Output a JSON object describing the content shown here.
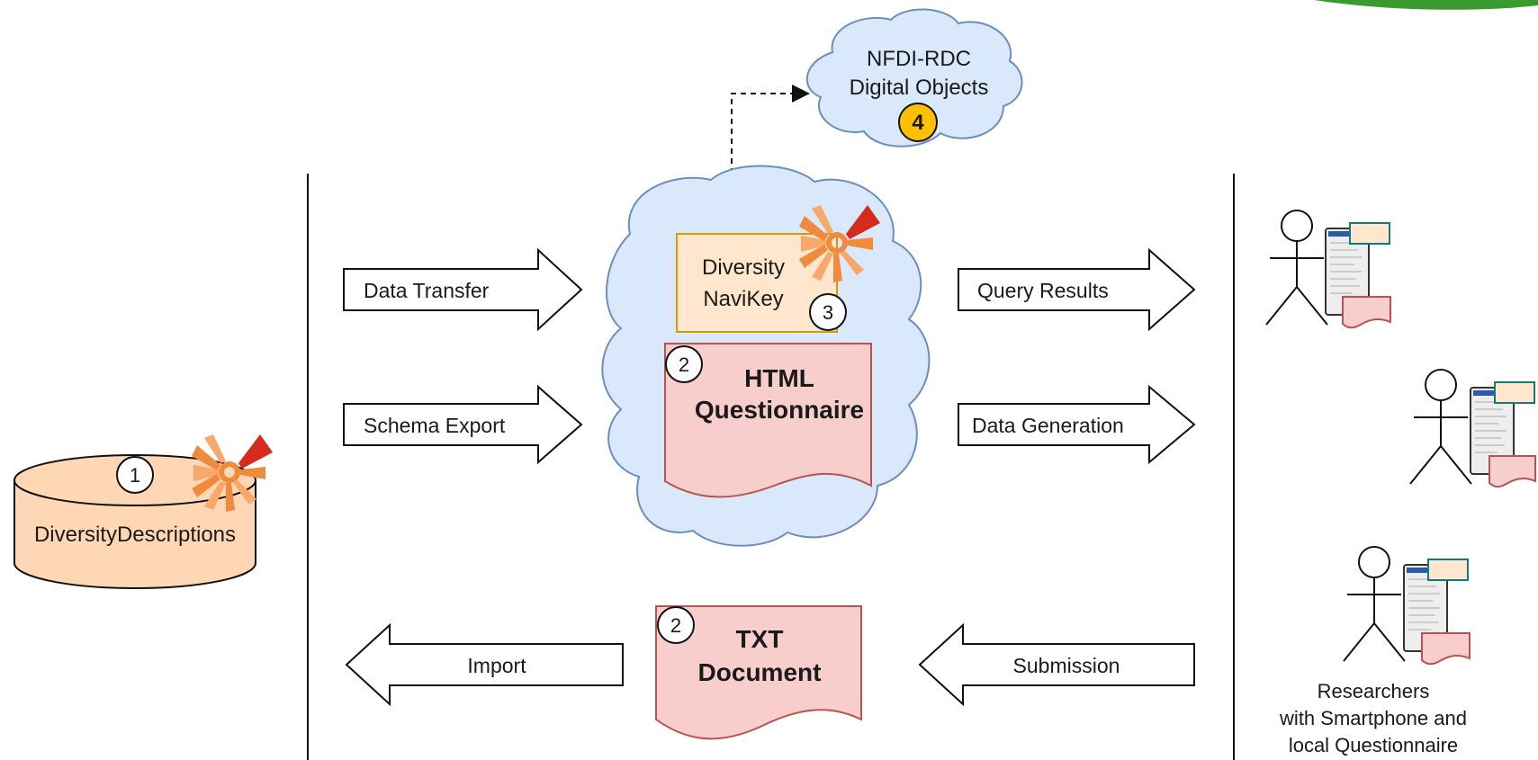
{
  "cloud_top": {
    "line1": "NFDI-RDC",
    "line2": "Digital Objects",
    "badge": "4"
  },
  "database": {
    "label": "DiversityDescriptions",
    "badge": "1"
  },
  "navikey": {
    "line1": "Diversity",
    "line2": "NaviKey",
    "badge": "3"
  },
  "html_questionnaire": {
    "line1": "HTML",
    "line2": "Questionnaire",
    "badge": "2"
  },
  "txt_document": {
    "line1": "TXT",
    "line2": "Document",
    "badge": "2"
  },
  "arrows": {
    "data_transfer": "Data Transfer",
    "schema_export": "Schema Export",
    "query_results": "Query Results",
    "data_generation": "Data Generation",
    "import": "Import",
    "submission": "Submission"
  },
  "researchers": {
    "line1": "Researchers",
    "line2": "with Smartphone and",
    "line3": "local Questionnaire"
  },
  "colors": {
    "cloud_fill": "#dae8fc",
    "cloud_stroke": "#6c8ebf",
    "db_fill": "#ffd7b5",
    "navikey_fill": "#ffe6cc",
    "navikey_stroke": "#d79b00",
    "doc_fill": "#f8cecc",
    "doc_stroke": "#b85450",
    "badge_yellow": "#ffc000",
    "logo_orange": "#f08a3c",
    "logo_red": "#d42b1e"
  }
}
